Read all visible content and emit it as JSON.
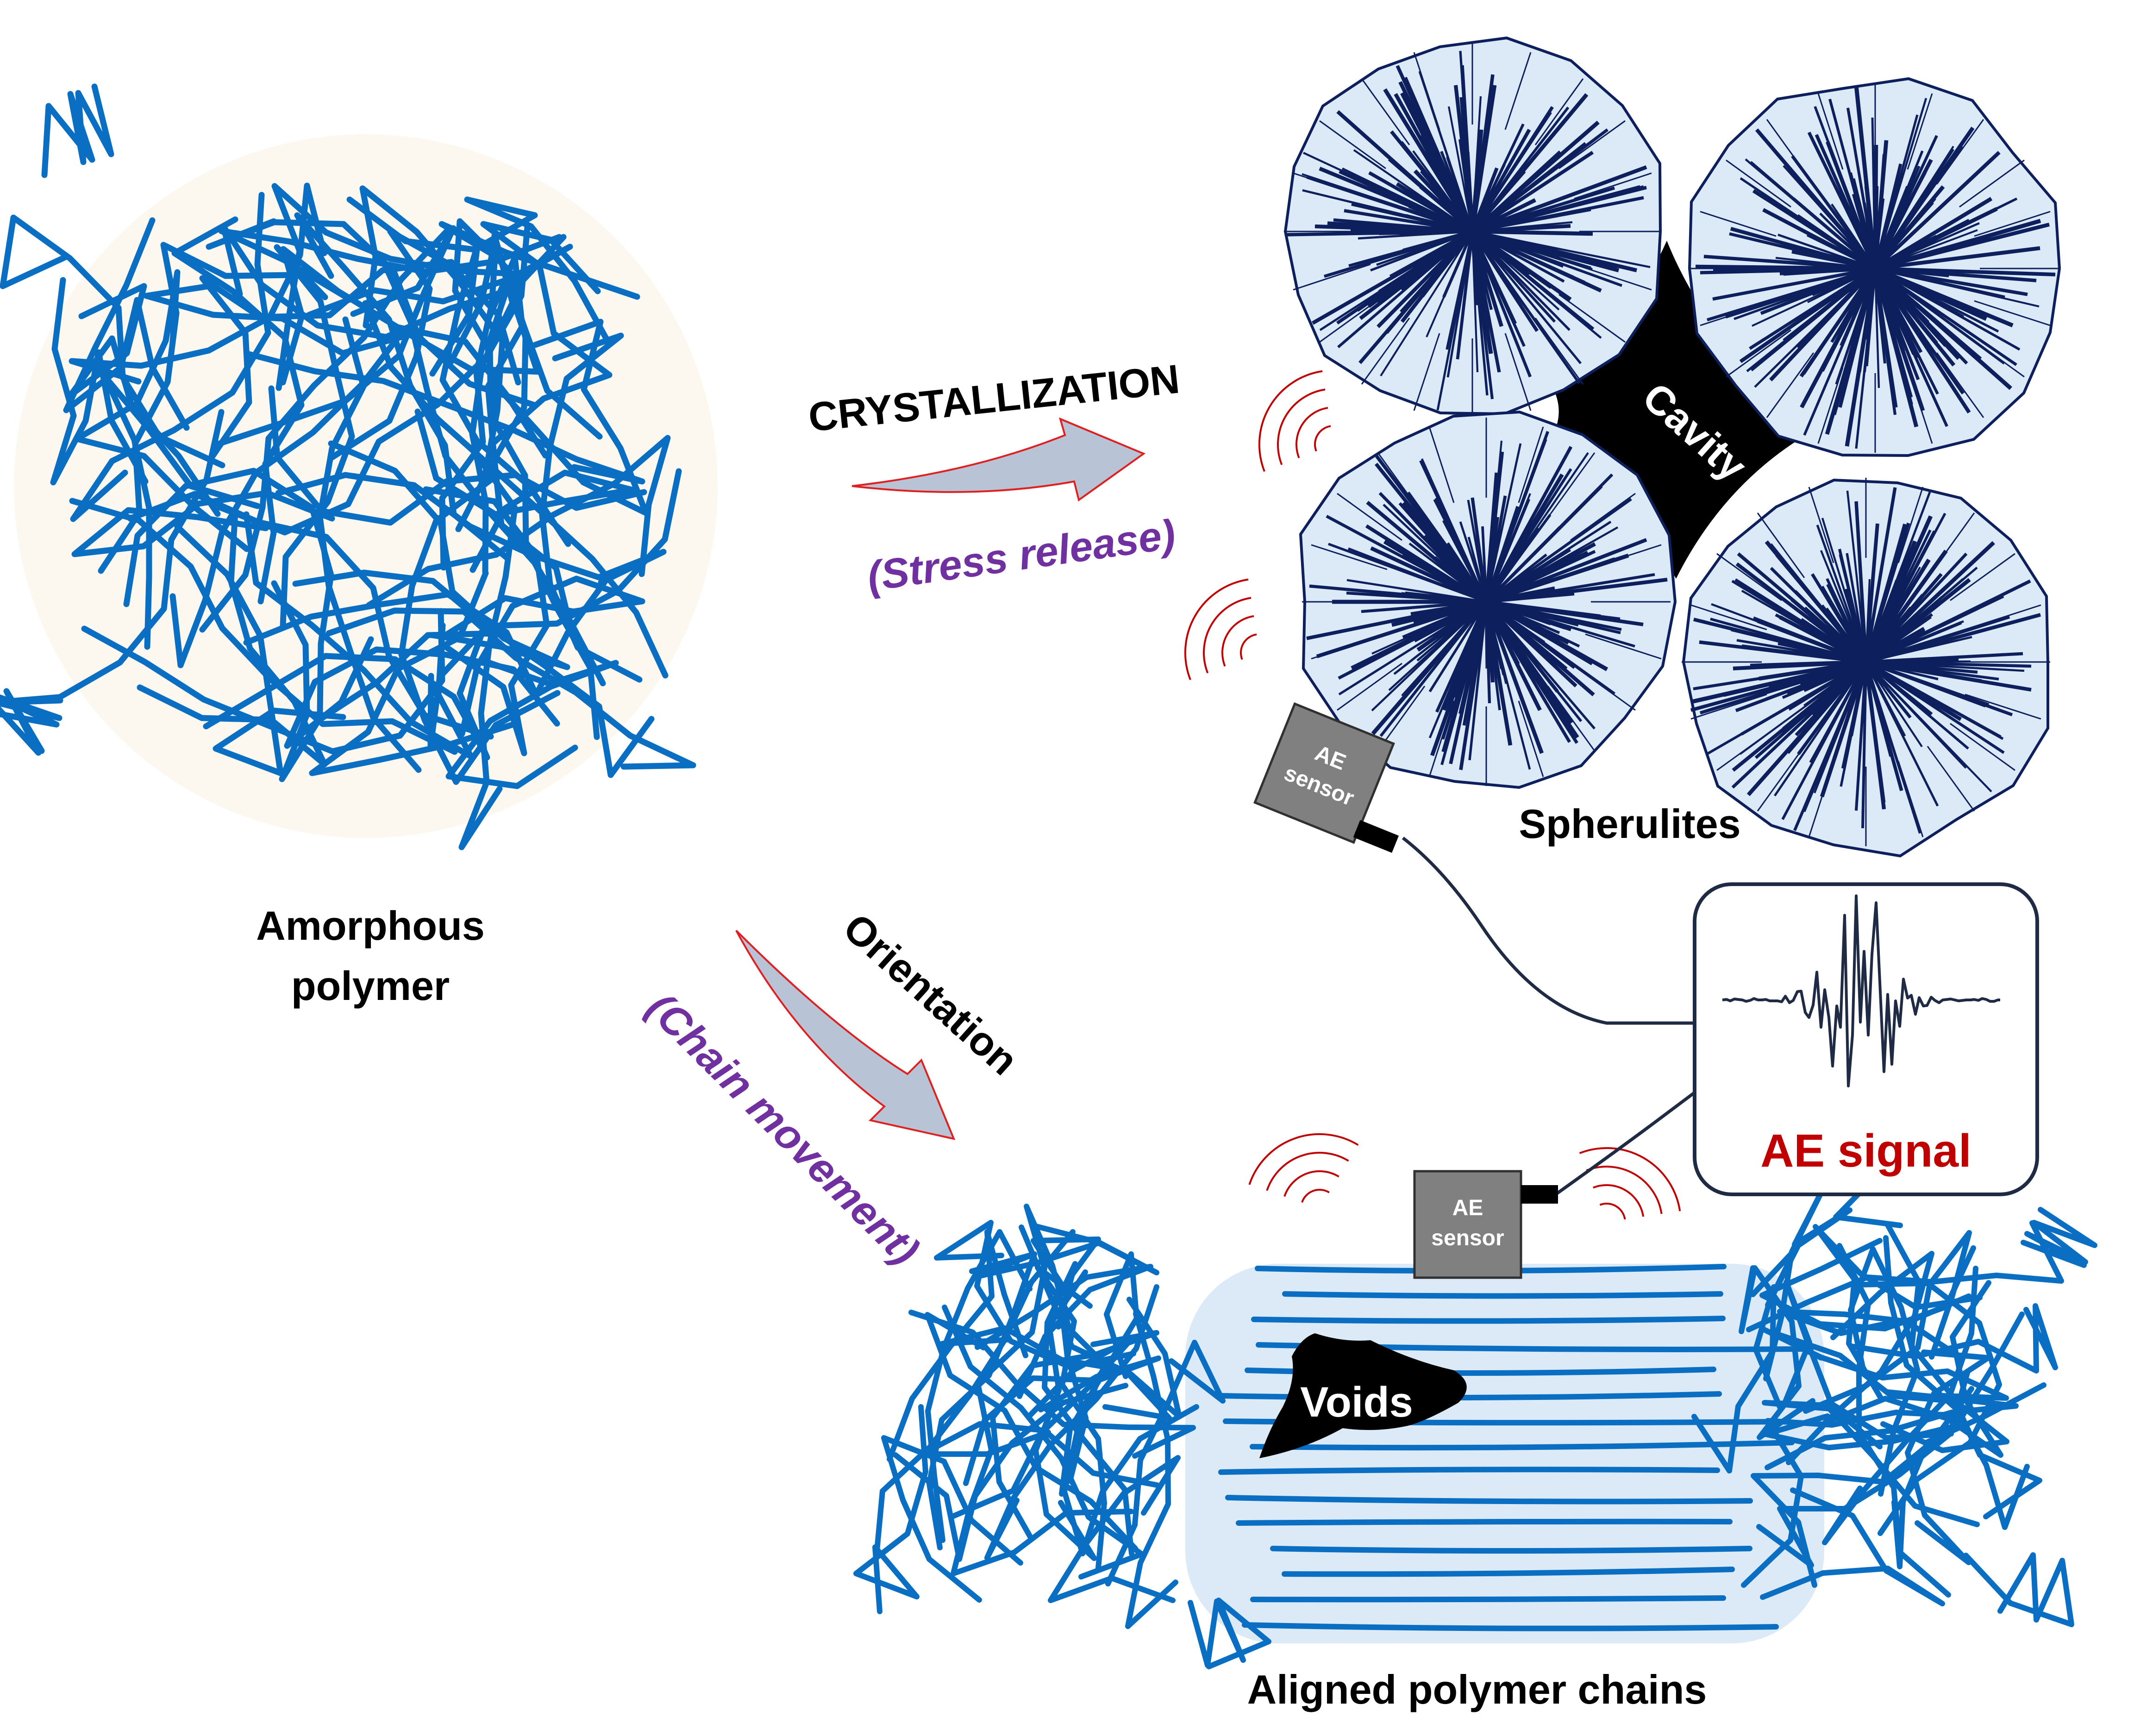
{
  "labels": {
    "amorphous_line1": "Amorphous",
    "amorphous_line2": "polymer",
    "crystallization": "CRYSTALLIZATION",
    "stress_release": "(Stress release)",
    "orientation": "Orientation",
    "chain_movement": "(Chain movement)",
    "spherulites": "Spherulites",
    "cavity": "Cavity",
    "voids": "Voids",
    "aligned": "Aligned polymer chains",
    "ae_signal": "AE signal",
    "sensor_top_line1": "AE",
    "sensor_top_line2": "sensor",
    "sensor_bottom_line1": "AE",
    "sensor_bottom_line2": "sensor"
  },
  "colors": {
    "chain": "#0a6fc2",
    "spherulite_fill": "#dce9f7",
    "spherulite_ray": "#0d1f5c",
    "arrow_fill": "#b8c4d6",
    "arrow_stroke": "#e02020",
    "purple": "#7030a0",
    "ae_red": "#c00000",
    "sensor": "#808080",
    "wave_red": "#c00000",
    "void": "#000000"
  }
}
